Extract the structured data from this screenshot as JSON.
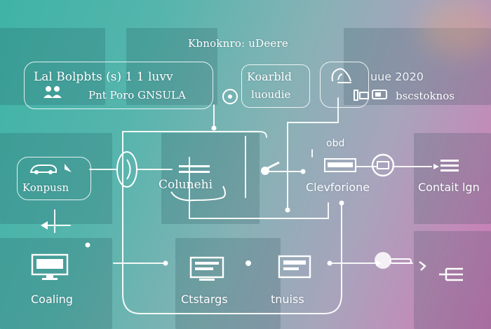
{
  "header": {
    "title": "Kbnoknro: uDeere"
  },
  "top_row": {
    "left_bubble": {
      "line1": "Lal Bolpbts  (s)  1  1 luvv",
      "line2": "Pnt  Poro GNSULA"
    },
    "middle_bubble": {
      "line1": "Koarbld",
      "line2": "luoudie"
    },
    "right_bubble": {
      "line1": "uue 2020",
      "line2": "bscstoknos"
    }
  },
  "middle_row": {
    "left_node": "Konpusn",
    "center_node": "Colunehi",
    "top_right_caption": "obd",
    "right_node_1": "Clevforione",
    "right_node_2": "Contait  lgn"
  },
  "bottom_row": {
    "node_1": "Coaling",
    "node_2": "Ctstargs",
    "node_3": "tnuiss"
  },
  "colors": {
    "gradient_start": "#3fb3a6",
    "gradient_mid": "#86b2b5",
    "gradient_end": "#c977b4",
    "line": "#ffffff"
  }
}
